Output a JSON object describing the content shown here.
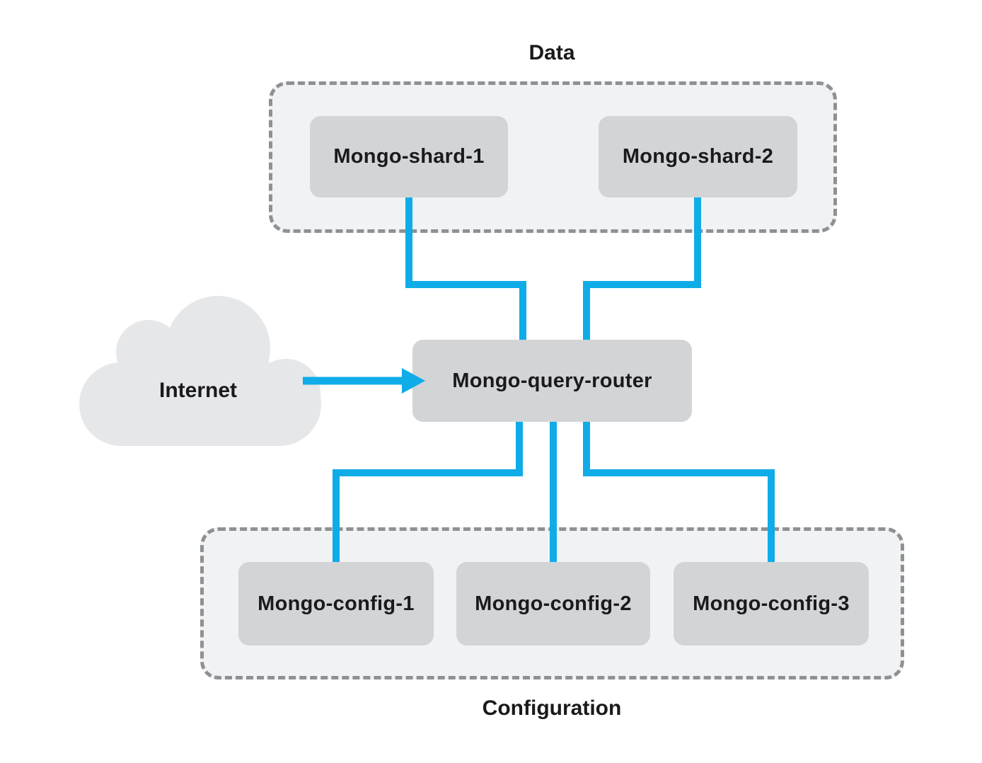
{
  "diagram": {
    "data_group": {
      "label": "Data",
      "nodes": [
        {
          "label": "Mongo-shard-1"
        },
        {
          "label": "Mongo-shard-2"
        }
      ]
    },
    "router": {
      "label": "Mongo-query-router"
    },
    "internet": {
      "label": "Internet"
    },
    "config_group": {
      "label": "Configuration",
      "nodes": [
        {
          "label": "Mongo-config-1"
        },
        {
          "label": "Mongo-config-2"
        },
        {
          "label": "Mongo-config-3"
        }
      ]
    },
    "icons": [
      {
        "name": "internet-cloud-icon"
      },
      {
        "name": "arrow-right-icon"
      }
    ]
  },
  "colors": {
    "accent_blue": "#0face8",
    "node_fill": "#d2d4d6",
    "container_fill": "#f1f2f4",
    "dash_border": "#8e9194",
    "cloud_fill": "#e6e7e9",
    "text": "#1a1a1c",
    "background": "#ffffff"
  }
}
